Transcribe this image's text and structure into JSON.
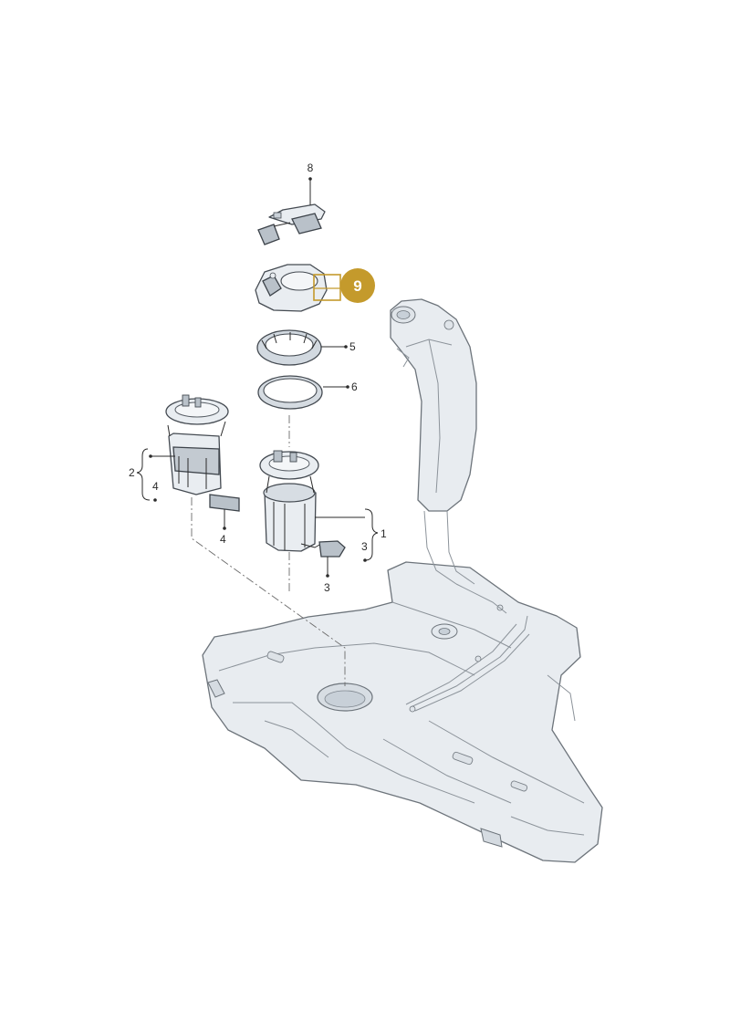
{
  "callouts": {
    "c8": "8",
    "c5": "5",
    "c6": "6",
    "c2": "2",
    "c4a": "4",
    "c4b": "4",
    "c1": "1",
    "c3a": "3",
    "c3b": "3"
  },
  "highlight": {
    "label": "9",
    "color": "#c49a2c"
  },
  "icons": {
    "highlight": "highlight-marker-icon"
  }
}
